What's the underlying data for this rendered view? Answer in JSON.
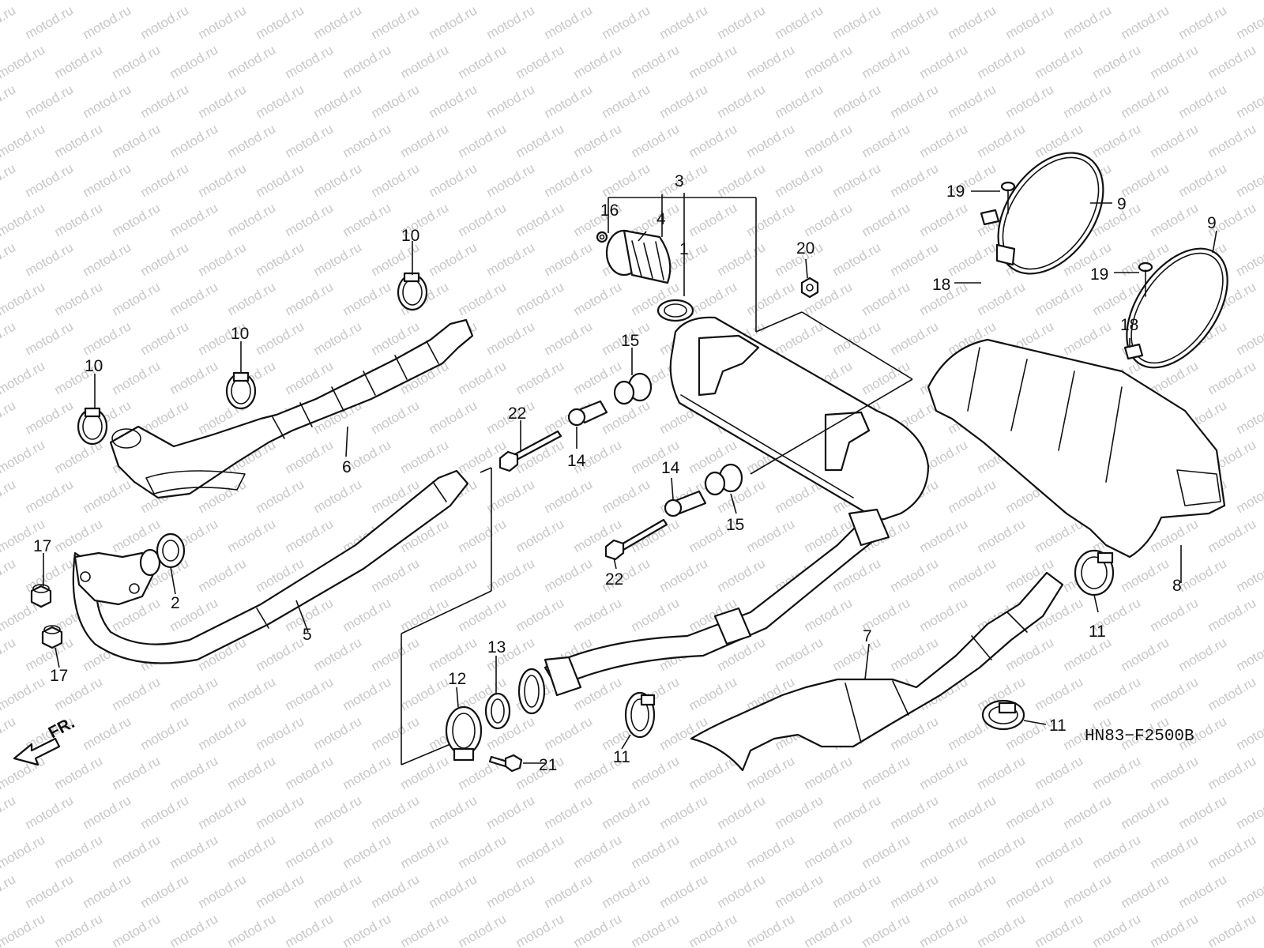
{
  "watermark": "motod.ru",
  "diagram_code": "HN83−F2500B",
  "front_indicator": "FR.",
  "callouts": {
    "c1": "1",
    "c2": "2",
    "c3": "3",
    "c4": "4",
    "c5": "5",
    "c6": "6",
    "c7": "7",
    "c8": "8",
    "c9a": "9",
    "c9b": "9",
    "c10a": "10",
    "c10b": "10",
    "c10c": "10",
    "c11a": "11",
    "c11b": "11",
    "c11c": "11",
    "c12": "12",
    "c13": "13",
    "c14a": "14",
    "c14b": "14",
    "c15a": "15",
    "c15b": "15",
    "c16": "16",
    "c17a": "17",
    "c17b": "17",
    "c18a": "18",
    "c18b": "18",
    "c19a": "19",
    "c19b": "19",
    "c20": "20",
    "c21": "21",
    "c22a": "22",
    "c22b": "22"
  }
}
